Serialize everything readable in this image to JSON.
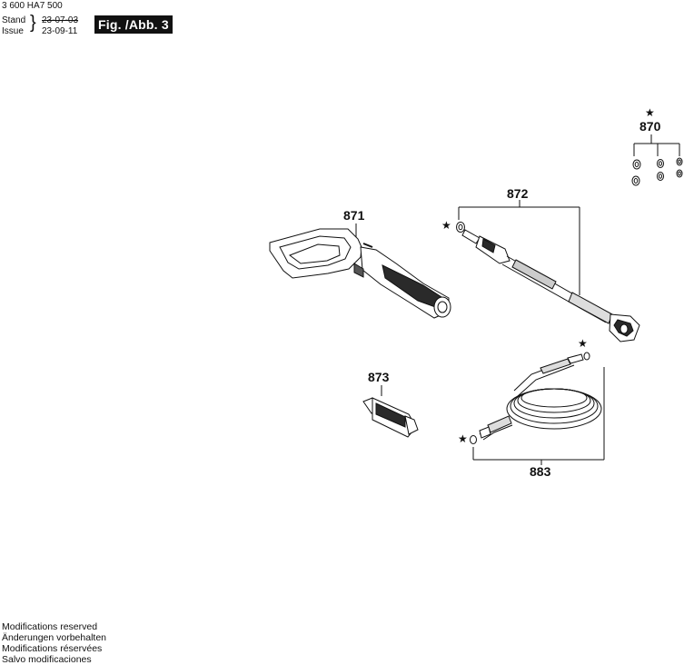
{
  "header": {
    "doc_number": "3 600 HA7 500",
    "stand_label": "Stand",
    "issue_label": "Issue",
    "old_date": "23-07-03",
    "new_date": "23-09-11",
    "figure_label": "Fig. /Abb. 3"
  },
  "parts": {
    "p870": "870",
    "p871": "871",
    "p872": "872",
    "p873": "873",
    "p883": "883"
  },
  "star_symbol": "★",
  "footer": {
    "line1": "Modifications reserved",
    "line2": "Änderungen vorbehalten",
    "line3": "Modifications réservées",
    "line4": "Salvo modificaciones"
  },
  "colors": {
    "ink": "#111111",
    "background": "#ffffff",
    "figure_label_bg": "#111111"
  }
}
